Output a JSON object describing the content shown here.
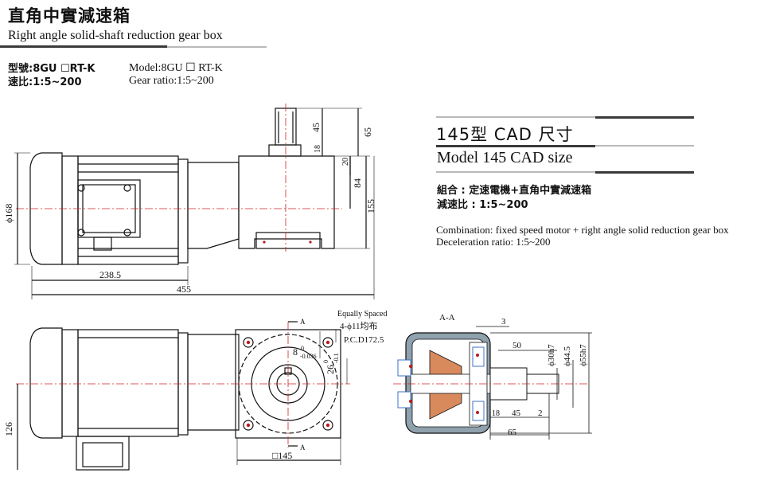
{
  "header": {
    "title_zh": "直角中實減速箱",
    "title_en": "Right angle solid-shaft reduction gear box"
  },
  "spec": {
    "model_zh": "型號:8GU ☐RT-K",
    "ratio_zh": "速比:1:5~200",
    "model_en": "Model:8GU ☐ RT-K",
    "ratio_en": "Gear ratio:1:5~200"
  },
  "cad": {
    "title": "145型 CAD 尺寸",
    "subtitle": "Model 145 CAD size",
    "combination_zh": "組合 : 定速電機+直角中實減速箱",
    "ratio_zh": "減速比 : 1:5~200",
    "combination_en": "Combination: fixed speed motor + right angle solid reduction gear box",
    "ratio_en": "Deceleration ratio: 1:5~200"
  },
  "dimensions": {
    "side": {
      "d168": "ϕ168",
      "d238": "238.5",
      "d455": "455",
      "d45": "45",
      "d65": "65",
      "d18": "18",
      "d20": "20",
      "d84": "84",
      "d155": "155"
    },
    "flange": {
      "equally_spaced": "Equally Spaced",
      "holes": "4-ϕ11均布",
      "pcd": "P.C.D172.5",
      "key_w": "8",
      "key_w_tol_hi": "0",
      "key_w_tol_lo": "-0.036",
      "key_h": "26",
      "key_h_tol_hi": "0",
      "key_h_tol_lo": "-0.1",
      "section_mark": "A",
      "square": "□145",
      "d126": "126"
    },
    "section": {
      "label": "A-A",
      "d3": "3",
      "d50": "50",
      "d30": "ϕ30h7",
      "d44": "ϕ44.5",
      "d55": "ϕ55h7",
      "d18": "18",
      "d45": "45",
      "d2": "2",
      "d65": "65"
    }
  },
  "colors": {
    "line": "#111111",
    "centerline": "#d22020",
    "bolt_red": "#c0181a",
    "seal_blue": "#3d72c8",
    "gear_fill": "#d98a5c",
    "housing_gray": "#8fa1ad"
  }
}
